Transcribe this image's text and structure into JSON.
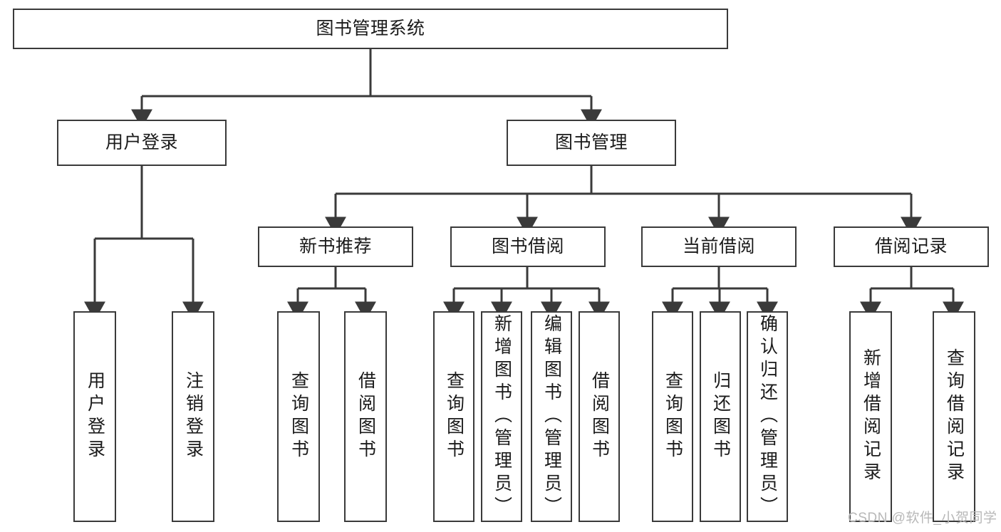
{
  "diagram": {
    "title": "图书管理系统",
    "type": "tree-hierarchy",
    "colors": {
      "box_border": "#3a3a3a",
      "box_fill": "#ffffff",
      "connector": "#3a3a3a",
      "text": "#1a1a1a",
      "watermark": "#b8b8b8",
      "background": "#ffffff"
    },
    "root": {
      "label": "图书管理系统"
    },
    "level2": [
      {
        "label": "用户登录"
      },
      {
        "label": "图书管理"
      }
    ],
    "level3": [
      {
        "label": "新书推荐"
      },
      {
        "label": "图书借阅"
      },
      {
        "label": "当前借阅"
      },
      {
        "label": "借阅记录"
      }
    ],
    "leaves": {
      "user_login": [
        {
          "label": "用户登录"
        },
        {
          "label": "注销登录"
        }
      ],
      "new_book_recommend": [
        {
          "label": "查询图书"
        },
        {
          "label": "借阅图书"
        }
      ],
      "book_borrow": [
        {
          "label": "查询图书"
        },
        {
          "label": "新增图书（管理员）"
        },
        {
          "label": "编辑图书（管理员）"
        },
        {
          "label": "借阅图书"
        }
      ],
      "current_borrow": [
        {
          "label": "查询图书"
        },
        {
          "label": "归还图书"
        },
        {
          "label": "确认归还（管理员）"
        }
      ],
      "borrow_record": [
        {
          "label": "新增借阅记录"
        },
        {
          "label": "查询借阅记录"
        }
      ]
    }
  },
  "watermark": {
    "text": "CSDN @软件_小贺同学"
  }
}
